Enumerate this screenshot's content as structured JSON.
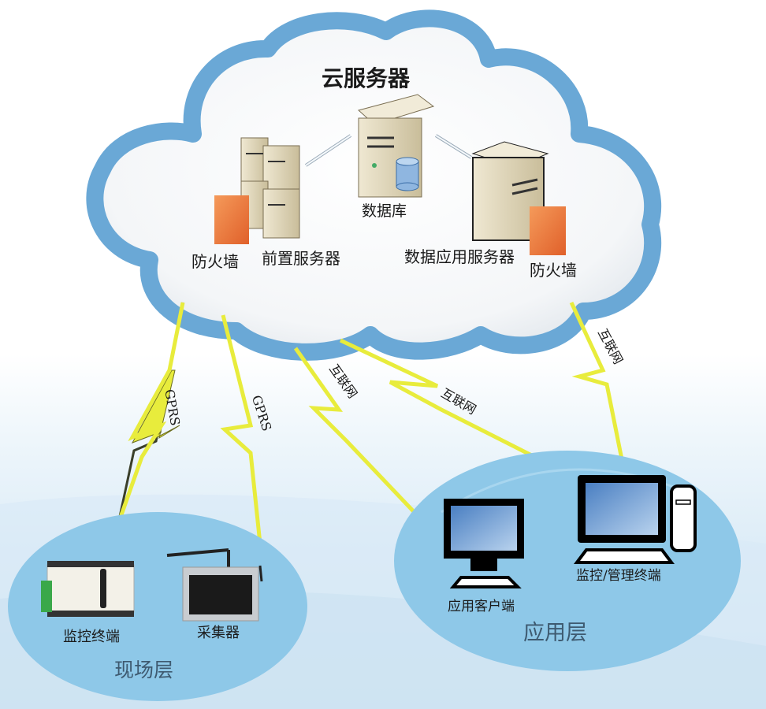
{
  "title": "云服务器",
  "cloud": {
    "nodes": {
      "front_server": "前置服务器",
      "database": "数据库",
      "data_app_server": "数据应用服务器",
      "firewall_left": "防火墙",
      "firewall_right": "防火墙"
    }
  },
  "links": [
    {
      "label": "GPRS",
      "from": "cloud",
      "to": "监控终端"
    },
    {
      "label": "GPRS",
      "from": "cloud",
      "to": "采集器"
    },
    {
      "label": "互联网",
      "from": "cloud",
      "to": "应用客户端"
    },
    {
      "label": "互联网",
      "from": "cloud",
      "to": "监控/管理终端"
    },
    {
      "label": "互联网",
      "from": "cloud",
      "to": "监控/管理终端"
    }
  ],
  "field_layer": {
    "name": "现场层",
    "devices": [
      "监控终端",
      "采集器"
    ]
  },
  "app_layer": {
    "name": "应用层",
    "devices": [
      "应用客户端",
      "监控/管理终端"
    ]
  },
  "colors": {
    "cloud_border": "#6aa8d6",
    "layer_fill": "#8ec8e8",
    "bolt": "#e8ec3c",
    "firewall": "#f07a3a",
    "server": "#e4dcc4"
  }
}
